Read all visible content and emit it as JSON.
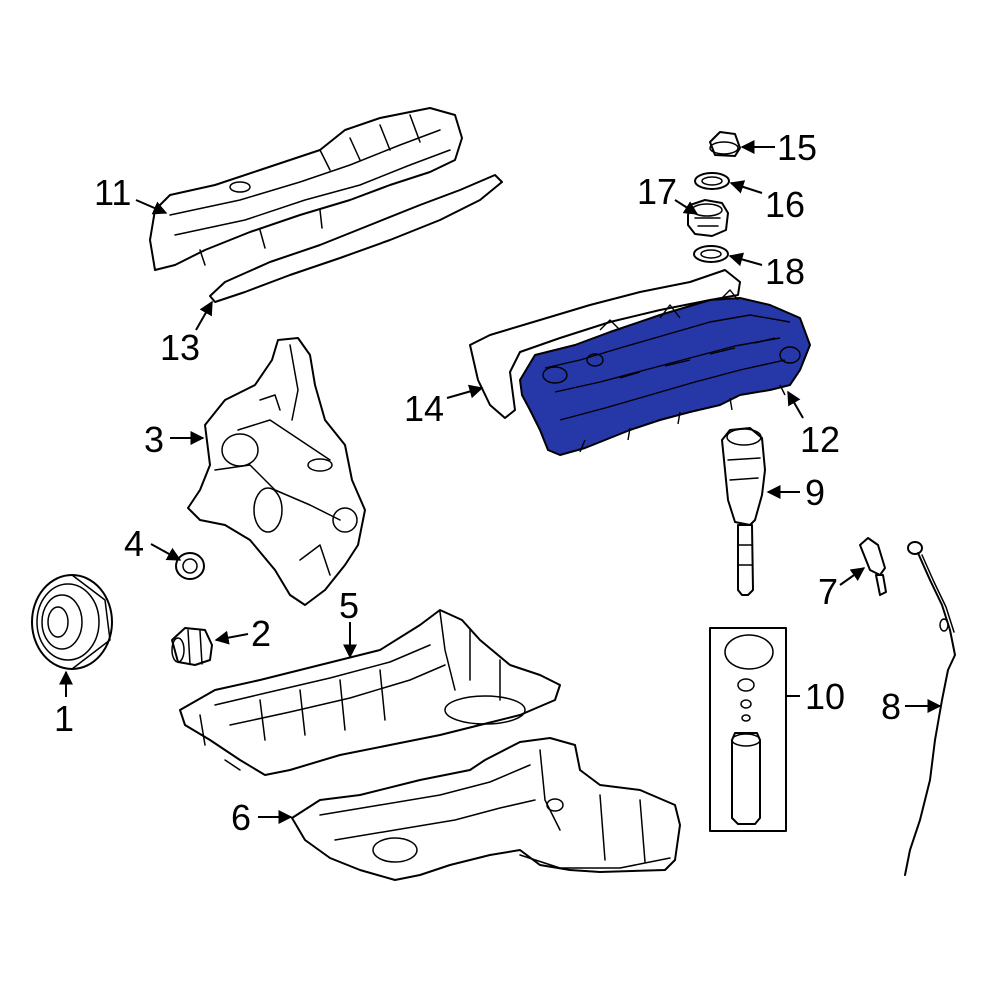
{
  "highlight_color": "#2637a8",
  "callouts": [
    {
      "id": "1",
      "label": "1"
    },
    {
      "id": "2",
      "label": "2"
    },
    {
      "id": "3",
      "label": "3"
    },
    {
      "id": "4",
      "label": "4"
    },
    {
      "id": "5",
      "label": "5"
    },
    {
      "id": "6",
      "label": "6"
    },
    {
      "id": "7",
      "label": "7"
    },
    {
      "id": "8",
      "label": "8"
    },
    {
      "id": "9",
      "label": "9"
    },
    {
      "id": "10",
      "label": "10"
    },
    {
      "id": "11",
      "label": "11"
    },
    {
      "id": "12",
      "label": "12"
    },
    {
      "id": "13",
      "label": "13"
    },
    {
      "id": "14",
      "label": "14"
    },
    {
      "id": "15",
      "label": "15"
    },
    {
      "id": "16",
      "label": "16"
    },
    {
      "id": "17",
      "label": "17"
    },
    {
      "id": "18",
      "label": "18"
    }
  ]
}
